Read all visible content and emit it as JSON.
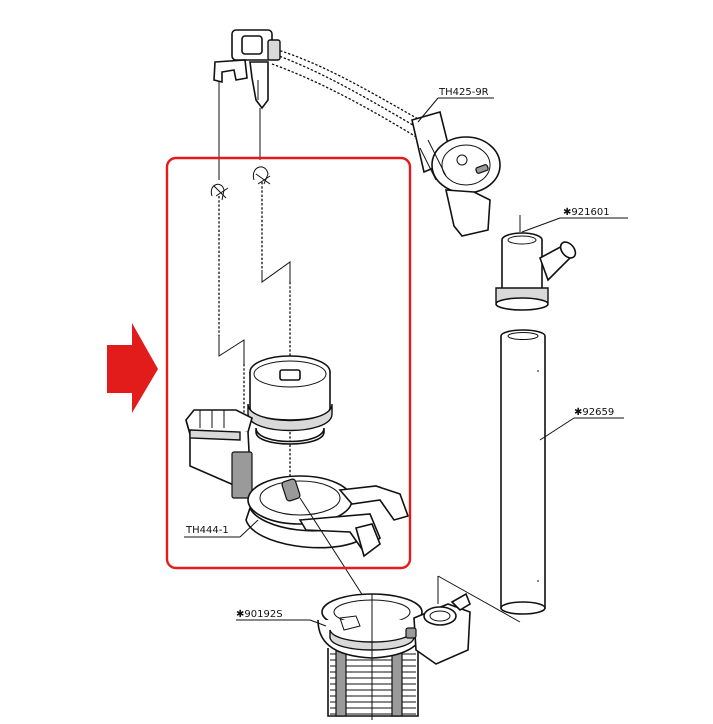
{
  "labels": {
    "lever_arm": "TH425-9R",
    "overflow_cap": "✱921601",
    "overflow_pipe": "✱92659",
    "flapper_assembly": "TH444-1",
    "flush_valve": "✱90192S"
  },
  "colors": {
    "highlight": "#e21b1b",
    "line": "#111111"
  },
  "icons": {
    "arrow": "right-arrow-icon"
  }
}
